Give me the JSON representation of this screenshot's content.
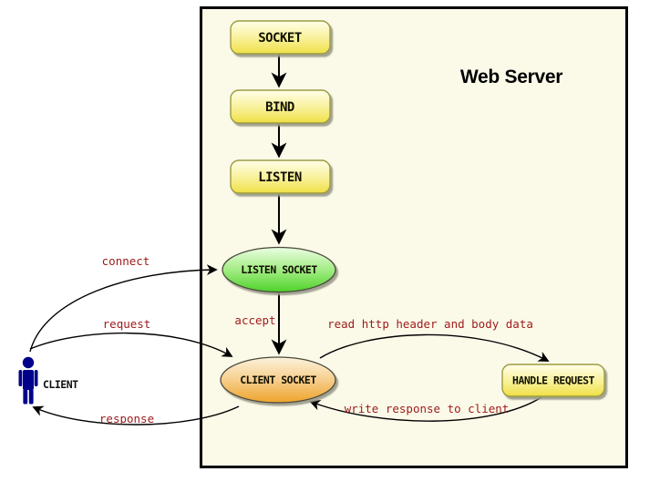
{
  "diagram": {
    "title": "Web Server",
    "nodes": {
      "socket": "SOCKET",
      "bind": "BIND",
      "listen": "LISTEN",
      "listen_socket": "LISTEN SOCKET",
      "client_socket": "CLIENT SOCKET",
      "handle_request": "HANDLE REQUEST"
    },
    "actor": "CLIENT",
    "edges": {
      "connect": "connect",
      "request": "request",
      "response": "response",
      "accept": "accept",
      "read": "read http header and body data",
      "write": "write response to client"
    },
    "colors": {
      "page_bg": "#FFFFFF",
      "server_bg": "#FBFAE9",
      "server_border": "#000000",
      "step_fill_top": "#FFFEE9",
      "step_fill_bottom": "#EFDF45",
      "step_border": "#9C9C40",
      "listen_socket_fill_top": "#EAFDE2",
      "listen_socket_fill_bottom": "#4ED32A",
      "client_socket_fill_top": "#FCF2DC",
      "client_socket_fill_bottom": "#EEA32C",
      "ellipse_border": "#4A4A3A",
      "edge_label_color": "#9E1A1A",
      "actor_color": "#00008B",
      "arrow_color": "#000000"
    }
  }
}
